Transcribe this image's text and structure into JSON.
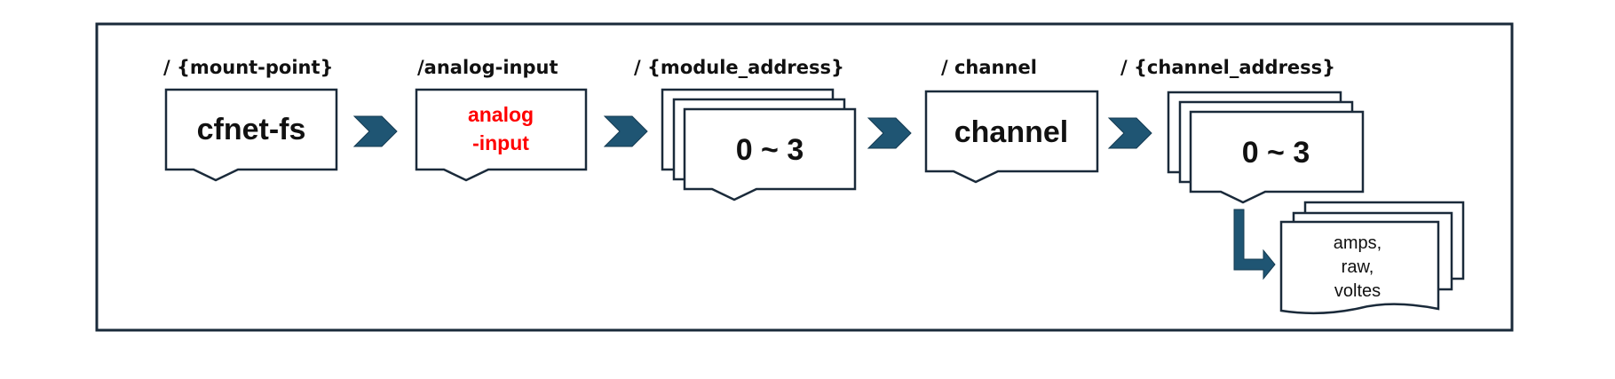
{
  "labels": {
    "mount_point": "/ {mount-point}",
    "analog_input": "/analog-input",
    "module_address": "/ {module_address}",
    "channel": "/ channel",
    "channel_address": "/ {channel_address}"
  },
  "boxes": {
    "cfnet_fs": "cfnet-fs",
    "analog_line1": "analog",
    "analog_line2": "-input",
    "module_range": "0 ~ 3",
    "channel": "channel",
    "channel_range": "0 ~ 3"
  },
  "files": {
    "line1": "amps,",
    "line2": "raw,",
    "line3": "voltes"
  },
  "colors": {
    "accent": "#1f5573",
    "highlight_text": "#ff0000",
    "border": "#1a2a3a"
  }
}
